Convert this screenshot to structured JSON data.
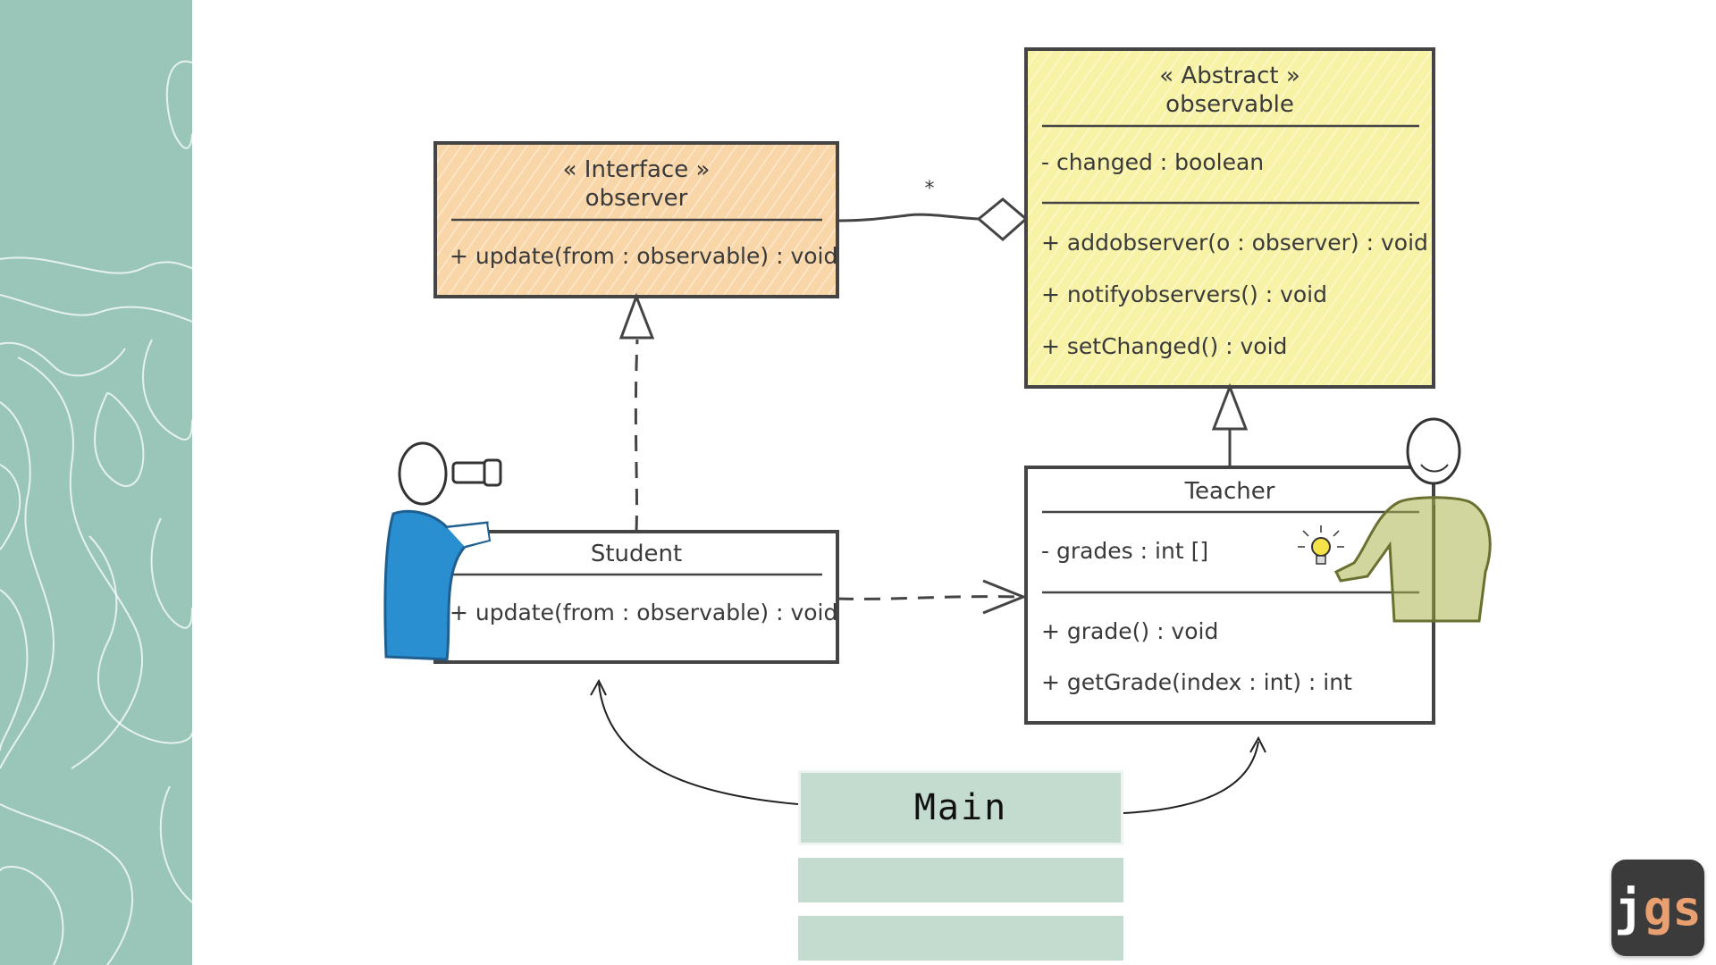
{
  "colors": {
    "sidebar_bg": "#9ac6ba",
    "observer_fill": "#f9d6a8",
    "observable_fill": "#f7f2a6",
    "main_box_fill": "#c4dbcf",
    "student_figure": "#2a8fd0",
    "teacher_figure": "#a9b44c"
  },
  "observer_class": {
    "stereotype": "« Interface »",
    "name": "observer",
    "methods": [
      "+ update(from : observable) : void"
    ]
  },
  "observable_class": {
    "stereotype": "« Abstract »",
    "name": "observable",
    "attributes": [
      "- changed : boolean"
    ],
    "methods": [
      "+ addobserver(o : observer) : void",
      "+ notifyobservers() : void",
      "+ setChanged() : void"
    ]
  },
  "student_class": {
    "name": "Student",
    "methods": [
      "+ update(from : observable) : void"
    ]
  },
  "teacher_class": {
    "name": "Teacher",
    "attributes": [
      "- grades : int []"
    ],
    "methods": [
      "+ grade() : void",
      "+ getGrade(index : int) : int"
    ]
  },
  "association_multiplicity": "*",
  "main_box": {
    "label": "Main"
  },
  "logo": {
    "j": "j",
    "gs": "gs"
  },
  "icons": [
    "student-binoculars-figure",
    "teacher-lightbulb-figure",
    "hollow-diamond-icon",
    "hollow-triangle-arrow-icon",
    "open-arrowhead-icon",
    "jgs-logo"
  ]
}
